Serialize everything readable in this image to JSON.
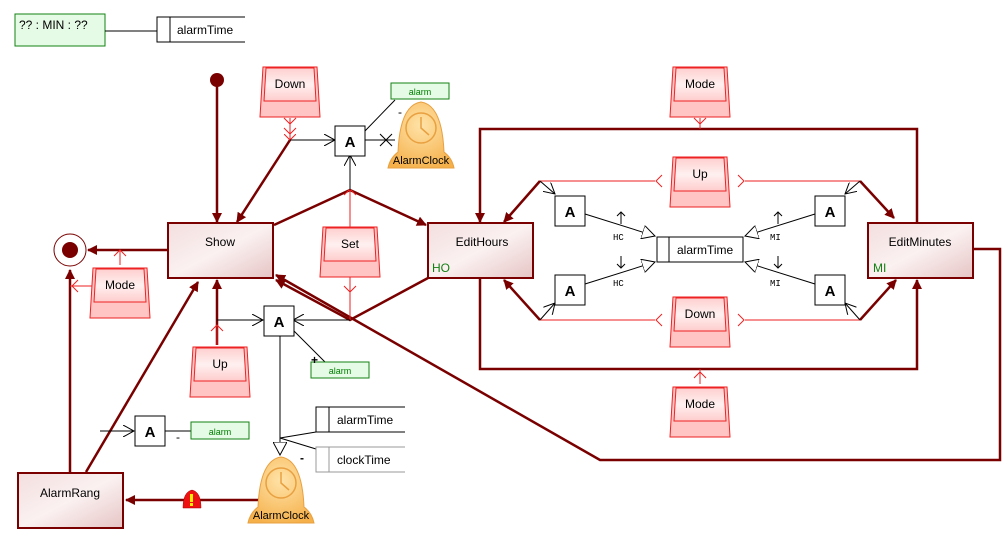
{
  "clock_display": {
    "text": "?? :  MIN  : ??"
  },
  "variables": {
    "top_alarm_time": "alarmTime",
    "center_alarm_time": "alarmTime",
    "bottom_alarm_time": "alarmTime",
    "bottom_clock_time": "clockTime",
    "bottom_clock_sign": "-"
  },
  "states": {
    "show": "Show",
    "edit_hours": "EditHours",
    "edit_minutes": "EditMinutes",
    "alarm_rang": "AlarmRang",
    "edit_hours_tag": "HO",
    "edit_minutes_tag": "MI"
  },
  "buttons": {
    "down_top": "Down",
    "mode_left": "Mode",
    "set": "Set",
    "up_left": "Up",
    "mode_top": "Mode",
    "up_center": "Up",
    "down_center": "Down",
    "mode_bottom": "Mode"
  },
  "and_gates": {
    "label": "A"
  },
  "flags": {
    "alarm_top": "alarm",
    "alarm_top_sign": "-",
    "alarm_mid": "alarm",
    "alarm_mid_sign": "+",
    "alarm_low": "alarm",
    "alarm_low_sign": "-"
  },
  "signals": {
    "alarm_clock_top": "AlarmClock",
    "alarm_clock_bottom": "AlarmClock"
  },
  "operations": {
    "hc_up": "HC",
    "hc_down": "HC",
    "mi_up": "MI",
    "mi_down": "MI"
  },
  "colors": {
    "state_border": "#7a0000",
    "transition": "#7a0000",
    "button_border": "#ee2222",
    "button_fill": "#ffd6d6",
    "flag_border": "#138013",
    "flag_fill": "#e6fbe6",
    "bell_fill": "#f9c46a"
  }
}
